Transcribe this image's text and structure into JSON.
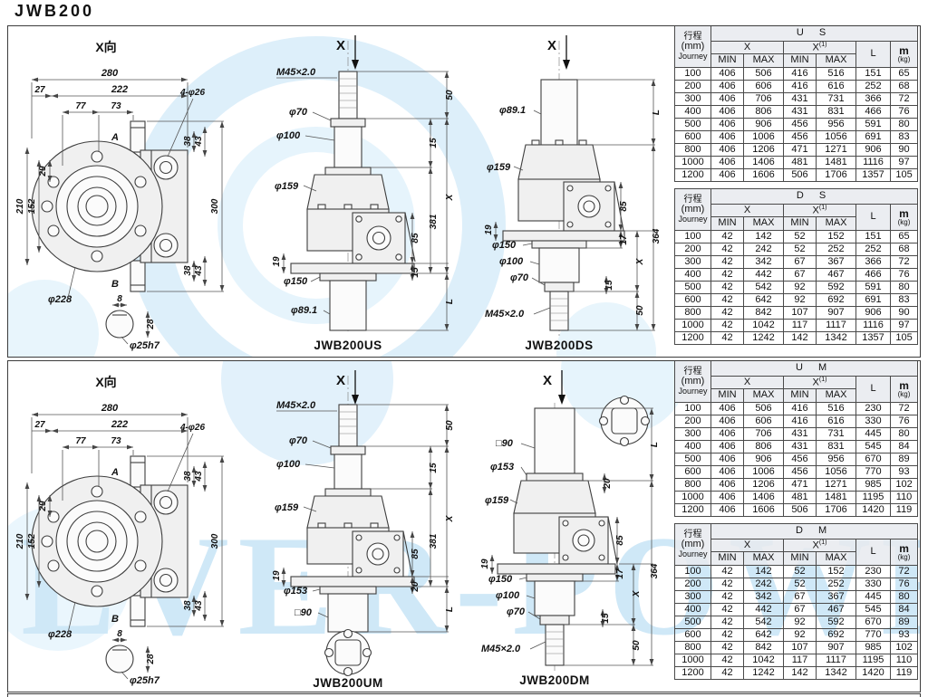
{
  "page": {
    "title": "JWB200"
  },
  "watermark": {
    "text": "EVER-POWE",
    "color": "#cfe8f7",
    "gear_color": "#ddeffa"
  },
  "table_header": {
    "journey_cn": "行程",
    "journey_unit": "(mm)",
    "journey_en": "Journey",
    "x_label": "X",
    "x1_label": "X",
    "x1_sup": "(1)",
    "min": "MIN",
    "max": "MAX",
    "l_label": "L",
    "m_label": "m",
    "m_unit": "(kg)"
  },
  "tables": [
    {
      "title": "U S",
      "rows": [
        [
          "100",
          "406",
          "506",
          "416",
          "516",
          "151",
          "65"
        ],
        [
          "200",
          "406",
          "606",
          "416",
          "616",
          "252",
          "68"
        ],
        [
          "300",
          "406",
          "706",
          "431",
          "731",
          "366",
          "72"
        ],
        [
          "400",
          "406",
          "806",
          "431",
          "831",
          "466",
          "76"
        ],
        [
          "500",
          "406",
          "906",
          "456",
          "956",
          "591",
          "80"
        ],
        [
          "600",
          "406",
          "1006",
          "456",
          "1056",
          "691",
          "83"
        ],
        [
          "800",
          "406",
          "1206",
          "471",
          "1271",
          "906",
          "90"
        ],
        [
          "1000",
          "406",
          "1406",
          "481",
          "1481",
          "1116",
          "97"
        ],
        [
          "1200",
          "406",
          "1606",
          "506",
          "1706",
          "1357",
          "105"
        ]
      ]
    },
    {
      "title": "D S",
      "rows": [
        [
          "100",
          "42",
          "142",
          "52",
          "152",
          "151",
          "65"
        ],
        [
          "200",
          "42",
          "242",
          "52",
          "252",
          "252",
          "68"
        ],
        [
          "300",
          "42",
          "342",
          "67",
          "367",
          "366",
          "72"
        ],
        [
          "400",
          "42",
          "442",
          "67",
          "467",
          "466",
          "76"
        ],
        [
          "500",
          "42",
          "542",
          "92",
          "592",
          "591",
          "80"
        ],
        [
          "600",
          "42",
          "642",
          "92",
          "692",
          "691",
          "83"
        ],
        [
          "800",
          "42",
          "842",
          "107",
          "907",
          "906",
          "90"
        ],
        [
          "1000",
          "42",
          "1042",
          "117",
          "1117",
          "1116",
          "97"
        ],
        [
          "1200",
          "42",
          "1242",
          "142",
          "1342",
          "1357",
          "105"
        ]
      ]
    },
    {
      "title": "U M",
      "rows": [
        [
          "100",
          "406",
          "506",
          "416",
          "516",
          "230",
          "72"
        ],
        [
          "200",
          "406",
          "606",
          "416",
          "616",
          "330",
          "76"
        ],
        [
          "300",
          "406",
          "706",
          "431",
          "731",
          "445",
          "80"
        ],
        [
          "400",
          "406",
          "806",
          "431",
          "831",
          "545",
          "84"
        ],
        [
          "500",
          "406",
          "906",
          "456",
          "956",
          "670",
          "89"
        ],
        [
          "600",
          "406",
          "1006",
          "456",
          "1056",
          "770",
          "93"
        ],
        [
          "800",
          "406",
          "1206",
          "471",
          "1271",
          "985",
          "102"
        ],
        [
          "1000",
          "406",
          "1406",
          "481",
          "1481",
          "1195",
          "110"
        ],
        [
          "1200",
          "406",
          "1606",
          "506",
          "1706",
          "1420",
          "119"
        ]
      ]
    },
    {
      "title": "D M",
      "rows": [
        [
          "100",
          "42",
          "142",
          "52",
          "152",
          "230",
          "72"
        ],
        [
          "200",
          "42",
          "242",
          "52",
          "252",
          "330",
          "76"
        ],
        [
          "300",
          "42",
          "342",
          "67",
          "367",
          "445",
          "80"
        ],
        [
          "400",
          "42",
          "442",
          "67",
          "467",
          "545",
          "84"
        ],
        [
          "500",
          "42",
          "542",
          "92",
          "592",
          "670",
          "89"
        ],
        [
          "600",
          "42",
          "642",
          "92",
          "692",
          "770",
          "93"
        ],
        [
          "800",
          "42",
          "842",
          "107",
          "907",
          "985",
          "102"
        ],
        [
          "1000",
          "42",
          "1042",
          "117",
          "1117",
          "1195",
          "110"
        ],
        [
          "1200",
          "42",
          "1242",
          "142",
          "1342",
          "1420",
          "119"
        ]
      ]
    }
  ],
  "drawings": {
    "front": {
      "title": "X向",
      "dim280": "280",
      "dim222": "222",
      "dim77": "77",
      "dim73": "73",
      "dim27": "27",
      "dim29": "29",
      "dim152": "152",
      "dim210": "210",
      "holes": "4-φ26",
      "dim38": "38",
      "dim43": "43",
      "dim300": "300",
      "d228": "φ228",
      "ptA": "A",
      "ptB": "B",
      "shaft_w": "8",
      "shaft_h": "28",
      "shaft_d": "φ25h7"
    },
    "us": {
      "label": "JWB200US",
      "xmark": "X",
      "thread": "M45×2.0",
      "d70": "φ70",
      "d100": "φ100",
      "d159": "φ159",
      "d150": "φ150",
      "d89": "φ89.1",
      "dim50": "50",
      "dim15": "15",
      "dim381": "381",
      "dimX": "X",
      "dim19": "19",
      "dim85": "85",
      "dim15b": "15",
      "dimL": "L"
    },
    "ds": {
      "label": "JWB200DS",
      "xmark": "X",
      "d89": "φ89.1",
      "d159": "φ159",
      "d150": "φ150",
      "d100": "φ100",
      "d70": "φ70",
      "thread": "M45×2.0",
      "dimL": "L",
      "dim364": "364",
      "dim19": "19",
      "dim85": "85",
      "dim17": "17",
      "dim15": "15",
      "dimX": "X",
      "dim50": "50"
    },
    "um": {
      "label": "JWB200UM",
      "xmark": "X",
      "thread": "M45×2.0",
      "d70": "φ70",
      "d100": "φ100",
      "d159": "φ159",
      "d153": "φ153",
      "sq90": "□90",
      "dim50": "50",
      "dim15": "15",
      "dim381": "381",
      "dimX": "X",
      "dim19": "19",
      "dim85": "85",
      "dim20": "20",
      "dimL": "L"
    },
    "dm": {
      "label": "JWB200DM",
      "xmark": "X",
      "sq90": "□90",
      "d153": "φ153",
      "d159": "φ159",
      "d150": "φ150",
      "d100": "φ100",
      "d70": "φ70",
      "thread": "M45×2.0",
      "dimL": "L",
      "dim20": "20",
      "dim364": "364",
      "dim19": "19",
      "dim85": "85",
      "dim17": "17",
      "dim15": "15",
      "dimX": "X",
      "dim50": "50"
    }
  }
}
